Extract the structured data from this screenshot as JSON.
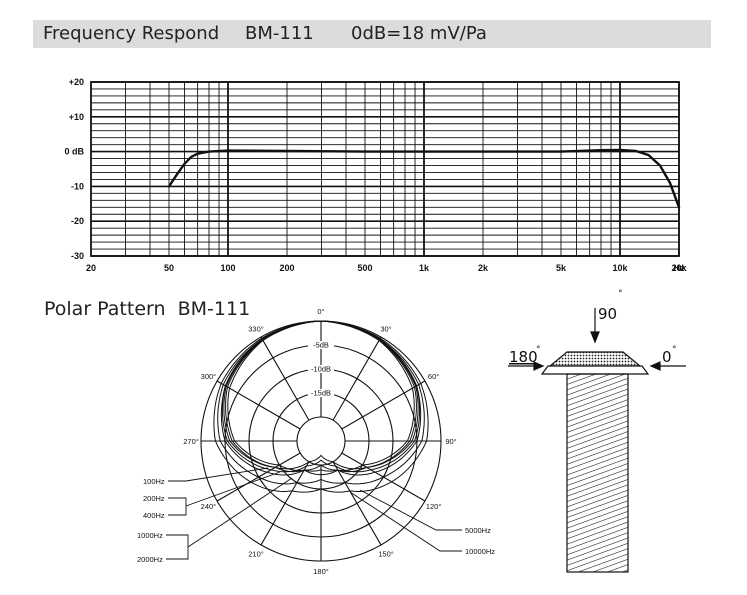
{
  "header": {
    "title": "Frequency Respond",
    "model": "BM-111",
    "sensitivity": "0dB=18 mV/Pa"
  },
  "chart_data": [
    {
      "type": "line",
      "title": "Frequency Respond BM-111",
      "x_scale": "log",
      "xlim": [
        20,
        20000
      ],
      "ylim": [
        -30,
        20
      ],
      "grid": true,
      "x_ticks": [
        {
          "value": 20,
          "label": "20"
        },
        {
          "value": 50,
          "label": "50"
        },
        {
          "value": 100,
          "label": "100"
        },
        {
          "value": 200,
          "label": "200"
        },
        {
          "value": 500,
          "label": "500"
        },
        {
          "value": 1000,
          "label": "1k"
        },
        {
          "value": 2000,
          "label": "2k"
        },
        {
          "value": 5000,
          "label": "5k"
        },
        {
          "value": 10000,
          "label": "10k"
        },
        {
          "value": 20000,
          "label": "20k"
        }
      ],
      "x_unit": "Hz",
      "y_ticks": [
        {
          "value": 20,
          "label": "+20"
        },
        {
          "value": 10,
          "label": "+10"
        },
        {
          "value": 0,
          "label": "0 dB"
        },
        {
          "value": -10,
          "label": "-10"
        },
        {
          "value": -20,
          "label": "-20"
        },
        {
          "value": -30,
          "label": "-30"
        }
      ],
      "series": [
        {
          "x": [
            50,
            55,
            60,
            65,
            70,
            80,
            100,
            200,
            500,
            1000,
            2000,
            5000,
            8000,
            10000,
            12000,
            14000,
            16000,
            18000,
            20000
          ],
          "y": [
            -10,
            -6.5,
            -3.5,
            -1.5,
            -0.6,
            0,
            0.3,
            0.2,
            0,
            0,
            0,
            0,
            0.4,
            0.5,
            0.2,
            -1,
            -4,
            -9,
            -16
          ]
        }
      ]
    },
    {
      "type": "polar",
      "title": "Polar Pattern BM-111",
      "angle_labels": [
        "0",
        "30",
        "60",
        "90",
        "120",
        "150",
        "180",
        "210",
        "240",
        "270",
        "300",
        "330"
      ],
      "ring_labels": [
        "-5dB",
        "-10dB",
        "-15dB"
      ],
      "frequency_labels": [
        "100Hz",
        "200Hz",
        "400Hz",
        "1000Hz",
        "2000Hz",
        "5000Hz",
        "10000Hz"
      ],
      "series": [
        {
          "name": "100Hz",
          "angles": [
            0,
            30,
            60,
            90,
            120,
            150,
            180,
            210,
            240,
            270,
            300,
            330
          ],
          "db": [
            0,
            -0.5,
            -2,
            -5,
            -12,
            -18,
            -20,
            -18,
            -12,
            -5,
            -2,
            -0.5
          ]
        },
        {
          "name": "200Hz",
          "angles": [
            0,
            30,
            60,
            90,
            120,
            150,
            180,
            210,
            240,
            270,
            300,
            330
          ],
          "db": [
            0,
            -0.5,
            -2,
            -5.5,
            -13,
            -19,
            -21,
            -19,
            -13,
            -5.5,
            -2,
            -0.5
          ]
        },
        {
          "name": "400Hz",
          "angles": [
            0,
            30,
            60,
            90,
            120,
            150,
            180,
            210,
            240,
            270,
            300,
            330
          ],
          "db": [
            0,
            -0.6,
            -2.2,
            -6,
            -14,
            -20,
            -22,
            -20,
            -14,
            -6,
            -2.2,
            -0.6
          ]
        },
        {
          "name": "1000Hz",
          "angles": [
            0,
            30,
            60,
            90,
            120,
            150,
            180,
            210,
            240,
            270,
            300,
            330
          ],
          "db": [
            0,
            -0.7,
            -2.5,
            -6.5,
            -14,
            -18,
            -19,
            -18,
            -14,
            -6.5,
            -2.5,
            -0.7
          ]
        },
        {
          "name": "2000Hz",
          "angles": [
            0,
            30,
            60,
            90,
            120,
            150,
            180,
            210,
            240,
            270,
            300,
            330
          ],
          "db": [
            0,
            -0.8,
            -3,
            -7,
            -15,
            -18,
            -18,
            -18,
            -15,
            -7,
            -3,
            -0.8
          ]
        },
        {
          "name": "5000Hz",
          "angles": [
            0,
            30,
            60,
            90,
            120,
            150,
            180,
            210,
            240,
            270,
            300,
            330
          ],
          "db": [
            0,
            -0.5,
            -1.5,
            -4,
            -10,
            -15,
            -17,
            -15,
            -10,
            -4,
            -1.5,
            -0.5
          ]
        },
        {
          "name": "10000Hz",
          "angles": [
            0,
            30,
            60,
            90,
            120,
            150,
            180,
            210,
            240,
            270,
            300,
            330
          ],
          "db": [
            0,
            -0.3,
            -1,
            -3,
            -8,
            -13,
            -15,
            -13,
            -8,
            -3,
            -1,
            -0.3
          ]
        }
      ]
    }
  ],
  "diagram": {
    "angle_top": "90",
    "degree_mark": "°",
    "angle_left": "180",
    "angle_right": "0"
  }
}
